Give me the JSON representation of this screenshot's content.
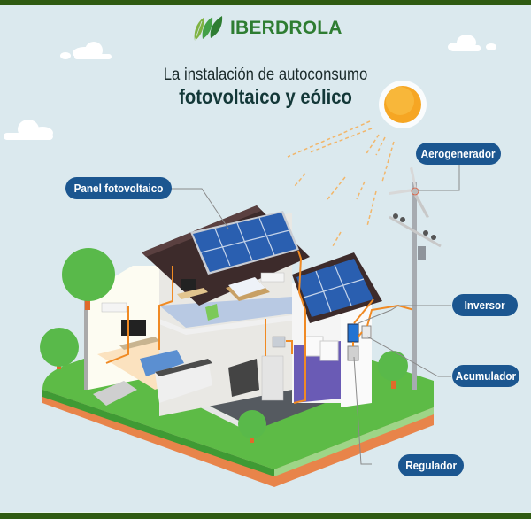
{
  "brand": {
    "name": "IBERDROLA",
    "color": "#2e7d32"
  },
  "title": {
    "line1": "La instalación de autoconsumo",
    "line2": "fotovoltaico y eólico"
  },
  "labels": {
    "panel": "Panel fotovoltaico",
    "aerogenerador": "Aerogenerador",
    "inversor": "Inversor",
    "acumulador": "Acumulador",
    "regulador": "Regulador"
  },
  "colors": {
    "background": "#dbe9ee",
    "frame": "#2f5b12",
    "pill": "#1b5690",
    "cable": "#f08a24",
    "sun": "#f6a623",
    "solar_panel": "#2a5fb0",
    "grass": "#5dbb46",
    "soil": "#e8844a"
  }
}
